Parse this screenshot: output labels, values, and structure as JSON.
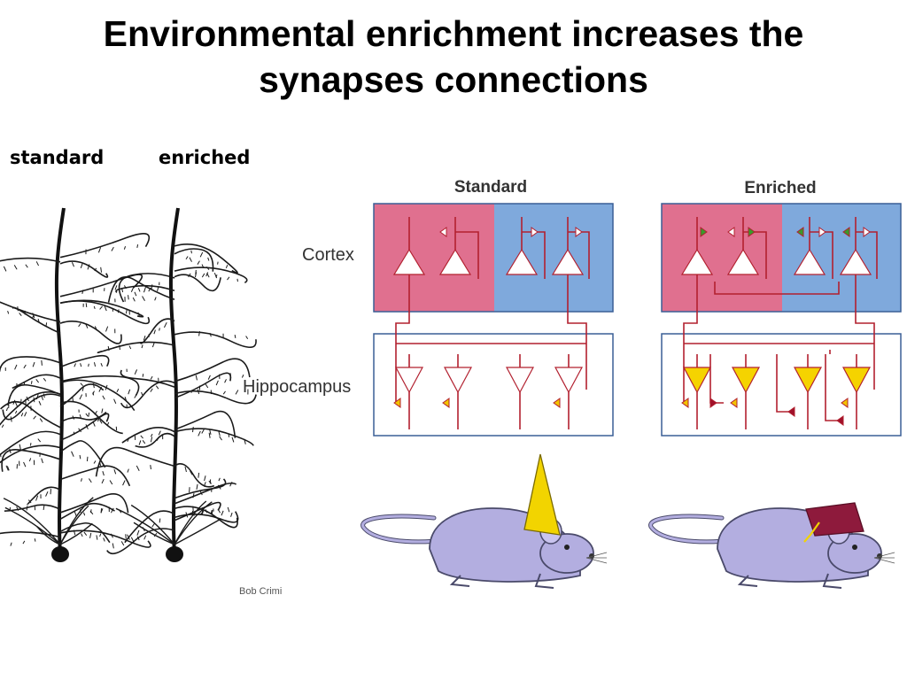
{
  "title": {
    "line1": "Environmental enrichment increases the",
    "line2": "synapses connections"
  },
  "neuron_labels": {
    "standard": "standard",
    "enriched": "enriched"
  },
  "diagram": {
    "standard_heading": "Standard",
    "enriched_heading": "Enriched",
    "cortex_label": "Cortex",
    "hippocampus_label": "Hippocampus"
  },
  "credit": "Bob Crimi",
  "colors": {
    "cortex_pink": "#e0708f",
    "cortex_blue": "#7fa9dc",
    "wire": "#b2202f",
    "box_outline": "#3a5f96",
    "synapse_yellow": "#f2c300",
    "synapse_green": "#3a9a2a",
    "synapse_red": "#a0102a",
    "neuron_yellow": "#f5d300",
    "mouse_body": "#b3aee0",
    "party_hat": "#f2d400",
    "grad_cap": "#8e1a3c"
  },
  "icons": {
    "neuron_drawing": "pyramidal-neuron-drawing",
    "mouse": "mouse-illustration",
    "party_hat": "party-hat-icon",
    "graduation_cap": "graduation-cap-icon"
  }
}
